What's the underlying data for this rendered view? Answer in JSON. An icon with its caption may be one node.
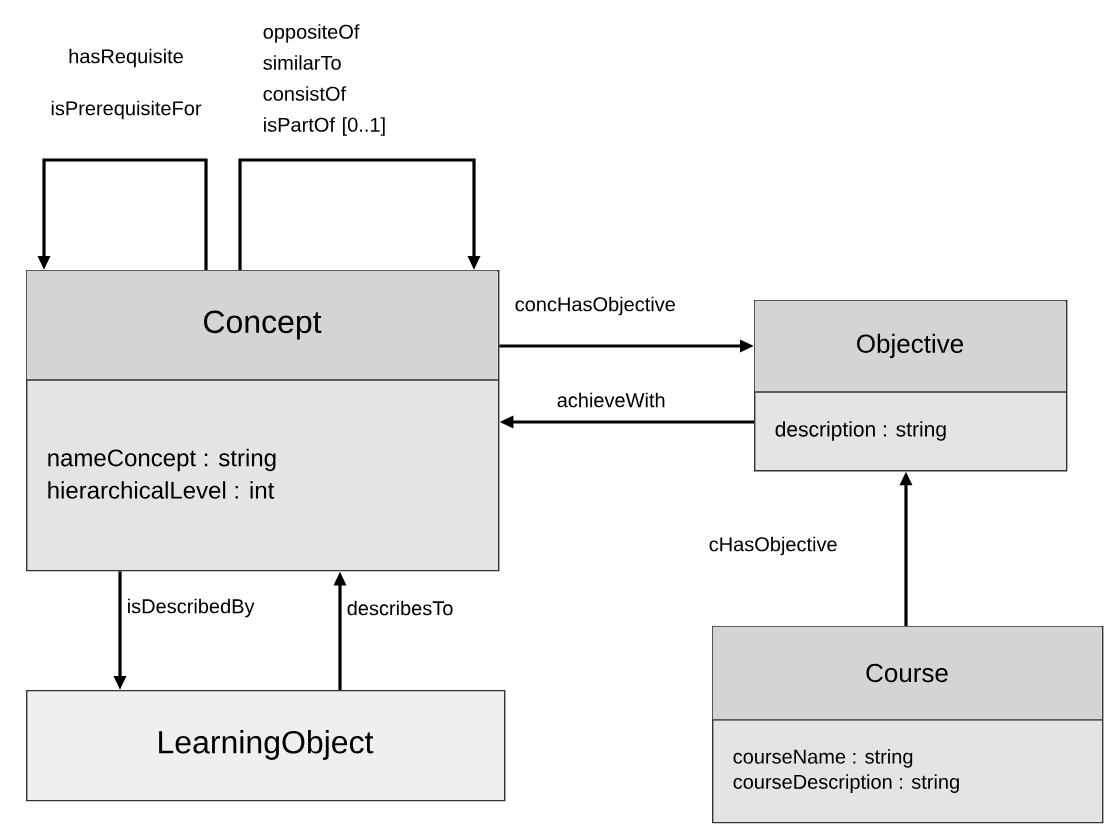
{
  "diagram": {
    "nodes": [
      {
        "text": [
          "Concept",
          "nameConcept :  string",
          "hierarchicalLevel : int"
        ]
      },
      {
        "text": [
          "Objective",
          "description : string"
        ]
      },
      {
        "text": [
          "LearningObject"
        ]
      },
      {
        "text": [
          "Course",
          "courseName : string",
          "courseDescription : string"
        ]
      }
    ],
    "edges": [
      {
        "from": 0,
        "to": 0,
        "arrow": "to",
        "label": "hasRequisite isPrerequisiteFor"
      },
      {
        "from": 0,
        "to": 0,
        "arrow": "to",
        "label": "oppositeOf similarTo consistOf isPartOf [0..1]"
      },
      {
        "from": 0,
        "to": 1,
        "arrow": "to",
        "label": "concHasObjective"
      },
      {
        "from": 1,
        "to": 0,
        "arrow": "to",
        "label": "achieveWith"
      },
      {
        "from": 0,
        "to": 2,
        "arrow": "to",
        "label": "isDescribedBy"
      },
      {
        "from": 2,
        "to": 0,
        "arrow": "to",
        "label": "describesTo"
      },
      {
        "from": 3,
        "to": 1,
        "arrow": "to",
        "label": "cHasObjective"
      }
    ]
  }
}
